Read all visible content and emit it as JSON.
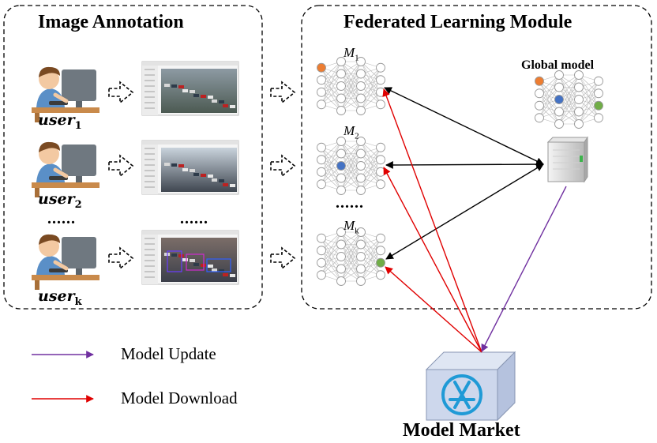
{
  "titles": {
    "image_annotation": "Image Annotation",
    "federated": "Federated Learning Module",
    "global_model": "Global model",
    "market": "Model Market"
  },
  "users": [
    {
      "name": "user",
      "sub": "1"
    },
    {
      "name": "user",
      "sub": "2"
    },
    {
      "name": "user",
      "sub": "k"
    }
  ],
  "ellipsis": {
    "users": "......",
    "screens": "......",
    "models": "......"
  },
  "models": [
    {
      "name": "M",
      "sub": "1",
      "color": "#ed7d31"
    },
    {
      "name": "M",
      "sub": "2",
      "color": "#4472c4"
    },
    {
      "name": "M",
      "sub": "k",
      "color": "#70ad47"
    }
  ],
  "legend": [
    {
      "label": "Model Update",
      "color": "#7030a0"
    },
    {
      "label": "Model Download",
      "color": "#e00000"
    }
  ],
  "colors": {
    "update": "#7030a0",
    "download": "#e00000",
    "sync": "#000000",
    "global_nodes": [
      "#ed7d31",
      "#4472c4",
      "#70ad47"
    ]
  }
}
